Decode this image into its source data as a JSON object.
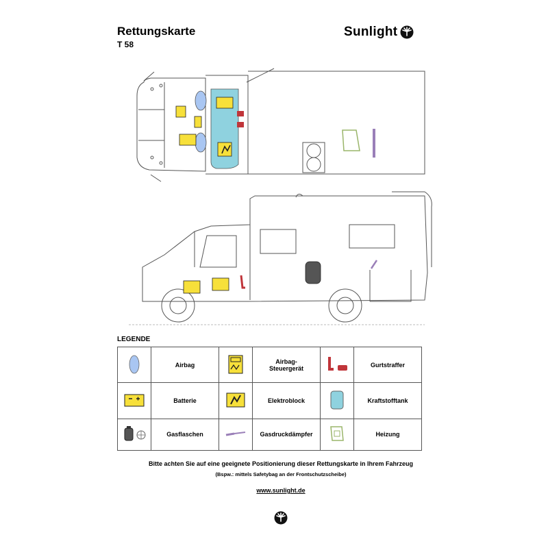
{
  "header": {
    "title": "Rettungskarte",
    "model": "T 58",
    "brand": "Sunlight"
  },
  "legend": {
    "title": "LEGENDE",
    "rows": [
      [
        {
          "icon": "airbag-icon",
          "label": "Airbag"
        },
        {
          "icon": "airbag-control-unit-icon",
          "label": "Airbag-\nSteuergerät"
        },
        {
          "icon": "belt-tensioner-icon",
          "label": "Gurtstraffer"
        }
      ],
      [
        {
          "icon": "battery-icon",
          "label": "Batterie"
        },
        {
          "icon": "electric-block-icon",
          "label": "Elektroblock"
        },
        {
          "icon": "fuel-tank-icon",
          "label": "Kraftstofftank"
        }
      ],
      [
        {
          "icon": "gas-bottle-icon",
          "label": "Gasflaschen"
        },
        {
          "icon": "gas-spring-icon",
          "label": "Gasdruckdämpfer"
        },
        {
          "icon": "heater-icon",
          "label": "Heizung"
        }
      ]
    ]
  },
  "notice": {
    "main": "Bitte achten Sie auf eine geeignete Positionierung dieser Rettungskarte in Ihrem Fahrzeug",
    "sub": "(Bspw.: mittels Safetybag an der Frontschutzscheibe)"
  },
  "footer": {
    "url": "www.sunlight.de"
  },
  "colors": {
    "airbag": "#a9c6f2",
    "battery": "#f7e03a",
    "tank": "#8fd2df",
    "belt": "#c0353a",
    "heater": "#9ab56a",
    "gas_spring": "#9a7fb8"
  }
}
